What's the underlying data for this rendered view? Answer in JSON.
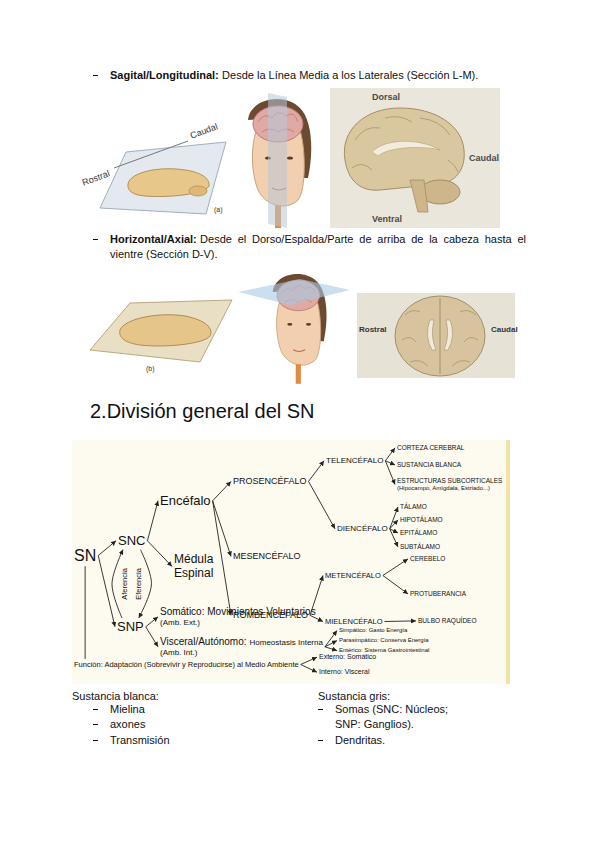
{
  "diagram": {
    "title": "2.División general del SN",
    "nodes": [
      {
        "text": [
          "SN"
        ]
      },
      {
        "text": [
          "SNC"
        ]
      },
      {
        "text": [
          "SNP"
        ]
      },
      {
        "text": [
          "Encéfalo"
        ]
      },
      {
        "text": [
          "Médula Espinal"
        ]
      },
      {
        "text": [
          "PROSENCÉFALO"
        ]
      },
      {
        "text": [
          "MESENCÉFALO"
        ]
      },
      {
        "text": [
          "ROMBENCÉFALO"
        ]
      },
      {
        "text": [
          "TELENCÉFALO"
        ]
      },
      {
        "text": [
          "DIENCÉFALO"
        ]
      },
      {
        "text": [
          "CORTEZA CEREBRAL"
        ]
      },
      {
        "text": [
          "SUSTANCIA BLANCA"
        ]
      },
      {
        "text": [
          "ESTRUCTURAS SUBCORTICALES",
          "(Hipocampo, Amígdala, Estriado...)"
        ]
      },
      {
        "text": [
          "TÁLAMO"
        ]
      },
      {
        "text": [
          "HIPOTÁLAMO"
        ]
      },
      {
        "text": [
          "EPITÁLAMO"
        ]
      },
      {
        "text": [
          "SUBTÁLAMO"
        ]
      },
      {
        "text": [
          "METENCÉFALO"
        ]
      },
      {
        "text": [
          "MIELENCÉFALO"
        ]
      },
      {
        "text": [
          "CEREBELO"
        ]
      },
      {
        "text": [
          "PROTUBERANCIA"
        ]
      },
      {
        "text": [
          "BULBO RAQUÍDEO"
        ]
      },
      {
        "text": [
          "Somático: Movimientos Voluntarios",
          "(Amb. Ext.)"
        ]
      },
      {
        "text": [
          "Visceral/Autónomo:",
          "Homeostasis Interna",
          "(Amb. Int.)"
        ]
      },
      {
        "text": [
          "Simpático: Gasto Energía"
        ]
      },
      {
        "text": [
          "Parasimpático: Conserva Energía"
        ]
      },
      {
        "text": [
          "Entérico: Sistema Gastrointestinal"
        ]
      },
      {
        "text": [
          "Función: Adaptación (Sobrevivir y Reproducirse) al Medio Ambiente"
        ]
      },
      {
        "text": [
          "Externo: Somático"
        ]
      },
      {
        "text": [
          "Interno: Visceral"
        ]
      }
    ],
    "edges": [
      {
        "from": 0,
        "to": 1,
        "arrow": "to"
      },
      {
        "from": 0,
        "to": 2,
        "arrow": "to"
      },
      {
        "from": 2,
        "to": 1,
        "label": "Aferencia",
        "arrow": "to"
      },
      {
        "from": 1,
        "to": 2,
        "label": "Eferencia",
        "arrow": "to"
      },
      {
        "from": 1,
        "to": 3,
        "arrow": "to"
      },
      {
        "from": 1,
        "to": 4,
        "arrow": "to"
      },
      {
        "from": 3,
        "to": 5,
        "arrow": "to"
      },
      {
        "from": 3,
        "to": 6,
        "arrow": "to"
      },
      {
        "from": 3,
        "to": 7,
        "arrow": "to"
      },
      {
        "from": 5,
        "to": 8,
        "arrow": "to"
      },
      {
        "from": 5,
        "to": 9,
        "arrow": "to"
      },
      {
        "from": 8,
        "to": 10,
        "arrow": "to"
      },
      {
        "from": 8,
        "to": 11,
        "arrow": "to"
      },
      {
        "from": 8,
        "to": 12,
        "arrow": "to"
      },
      {
        "from": 9,
        "to": 13,
        "arrow": "to"
      },
      {
        "from": 9,
        "to": 14,
        "arrow": "to"
      },
      {
        "from": 9,
        "to": 15,
        "arrow": "to"
      },
      {
        "from": 9,
        "to": 16,
        "arrow": "to"
      },
      {
        "from": 7,
        "to": 17,
        "arrow": "to"
      },
      {
        "from": 7,
        "to": 18,
        "arrow": "to"
      },
      {
        "from": 17,
        "to": 19,
        "arrow": "to"
      },
      {
        "from": 17,
        "to": 20,
        "arrow": "to"
      },
      {
        "from": 18,
        "to": 21,
        "arrow": "to"
      },
      {
        "from": 2,
        "to": 22,
        "arrow": "to"
      },
      {
        "from": 2,
        "to": 23,
        "arrow": "to"
      },
      {
        "from": 23,
        "to": 24,
        "arrow": "to"
      },
      {
        "from": 23,
        "to": 25,
        "arrow": "to"
      },
      {
        "from": 23,
        "to": 26,
        "arrow": "to"
      },
      {
        "from": 0,
        "to": 27,
        "arrow": "none"
      },
      {
        "from": 27,
        "to": 28,
        "arrow": "to"
      },
      {
        "from": 27,
        "to": 29,
        "arrow": "to"
      }
    ],
    "labels": [
      "Sagital/Longitudinal:",
      "Desde la Línea Media a los Laterales (Sección L-M).",
      "Rostral",
      "Caudal",
      "(a)",
      "Dorsal",
      "Caudal",
      "Ventral",
      "Horizontal/Axial:",
      "Desde el Dorso/Espalda/Parte de arriba de la cabeza hasta el vientre (Sección D-V).",
      "(b)",
      "Rostral",
      "Caudal",
      "Sustancia blanca:",
      "Mielina",
      "axones",
      "Transmisión",
      "Sustancia gris:",
      "Somas (SNC: Núcleos; SNP: Ganglios).",
      "Dendritas."
    ]
  }
}
